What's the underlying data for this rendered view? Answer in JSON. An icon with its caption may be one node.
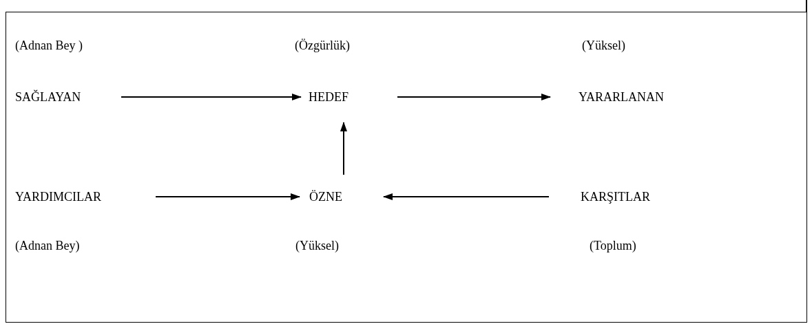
{
  "diagram": {
    "nodes": [
      {
        "text": [
          "SAĞLAYAN"
        ],
        "beside": [
          "(Adnan Bey )"
        ]
      },
      {
        "text": [
          "HEDEF"
        ],
        "beside": [
          "(Özgürlük)"
        ]
      },
      {
        "text": [
          "YARARLANAN"
        ],
        "beside": [
          "(Yüksel)"
        ]
      },
      {
        "text": [
          "YARDIMCILAR"
        ],
        "beside": [
          "(Adnan Bey)"
        ]
      },
      {
        "text": [
          "ÖZNE"
        ],
        "beside": [
          "(Yüksel)"
        ]
      },
      {
        "text": [
          "KARŞITLAR"
        ],
        "beside": [
          "(Toplum)"
        ]
      }
    ],
    "edges": [
      {
        "from": 0,
        "to": 1,
        "arrow": "to"
      },
      {
        "from": 1,
        "to": 2,
        "arrow": "to"
      },
      {
        "from": 4,
        "to": 1,
        "arrow": "to"
      },
      {
        "from": 3,
        "to": 4,
        "arrow": "to"
      },
      {
        "from": 5,
        "to": 4,
        "arrow": "to"
      }
    ]
  }
}
